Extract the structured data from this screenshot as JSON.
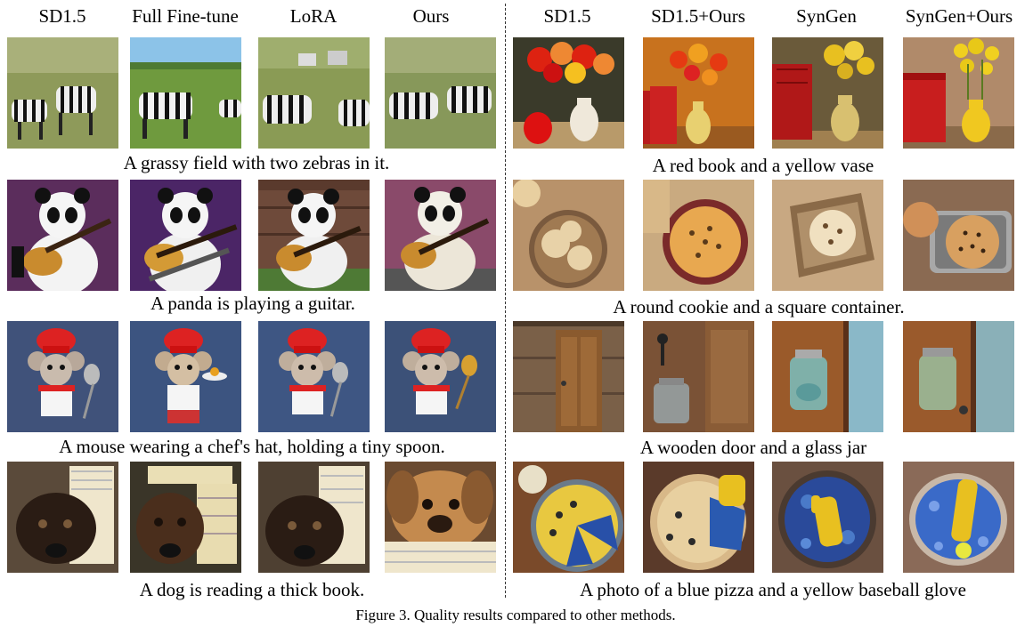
{
  "headers_left": [
    "SD1.5",
    "Full Fine-tune",
    "LoRA",
    "Ours"
  ],
  "headers_right": [
    "SD1.5",
    "SD1.5+Ours",
    "SynGen",
    "SynGen+Ours"
  ],
  "captions_left": [
    "A grassy field with two zebras in it.",
    "A panda is playing a guitar.",
    "A mouse wearing a chef's hat, holding a tiny spoon.",
    "A dog is reading a thick book."
  ],
  "captions_right": [
    "A red book and a yellow vase",
    "A round cookie and a square container.",
    "A wooden door and a glass jar",
    "A photo of a blue pizza and a yellow baseball glove"
  ],
  "figure_caption": "Figure 3. Quality results compared to other methods."
}
